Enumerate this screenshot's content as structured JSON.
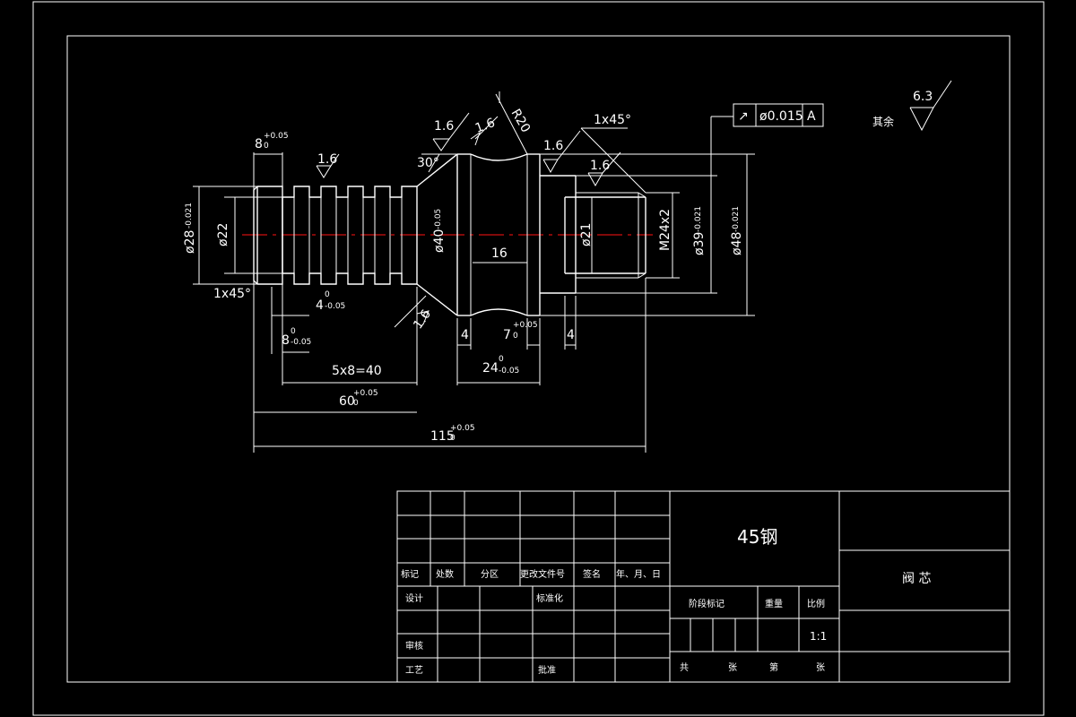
{
  "drawing": {
    "material": "45钢",
    "part_name": "阀 芯",
    "scale": "1:1",
    "other_roughness_label": "其余",
    "other_roughness_value": "6.3",
    "tolerance_frame": {
      "symbol": "↗",
      "value": "ø0.015",
      "datum": "A"
    }
  },
  "dims": {
    "d28": "ø28",
    "d28_tol": "-0.021",
    "d22": "ø22",
    "d40": "ø40",
    "d40_tol": "-0.05",
    "d21": "ø21",
    "m24": "M24x2",
    "d39": "ø39",
    "d39_tol": "-0.021",
    "d48": "ø48",
    "d48_tol": "-0.021",
    "zero": "0",
    "l8top": "8",
    "l8top_tol": "+0.05",
    "l8bot": "8",
    "l8bot_tol": "-0.05",
    "l4": "4",
    "l4_tol": "-0.05",
    "l5x8": "5x8=40",
    "l60": "60",
    "l60_tol": "+0.05",
    "l115": "115",
    "l115_tol": "+0.05",
    "l16": "16",
    "l4a": "4",
    "l7": "7",
    "l7_tol": "+0.05",
    "l4b": "4",
    "l24": "24",
    "l24_tol": "-0.05",
    "chamfer_left": "1x45°",
    "chamfer_right": "1x45°",
    "angle": "30°",
    "radius": "R20",
    "rough_16": "1.6"
  },
  "title_block": {
    "rev_headers": [
      "标记",
      "处数",
      "分区",
      "更改文件号",
      "签名",
      "年、月、日"
    ],
    "design": "设计",
    "standardize": "标准化",
    "check": "审核",
    "process": "工艺",
    "approve": "批准",
    "stage_mark": "阶段标记",
    "weight": "重量",
    "scale_label": "比例",
    "total": "共",
    "sheets": "张",
    "page": "第",
    "sheet": "张"
  }
}
